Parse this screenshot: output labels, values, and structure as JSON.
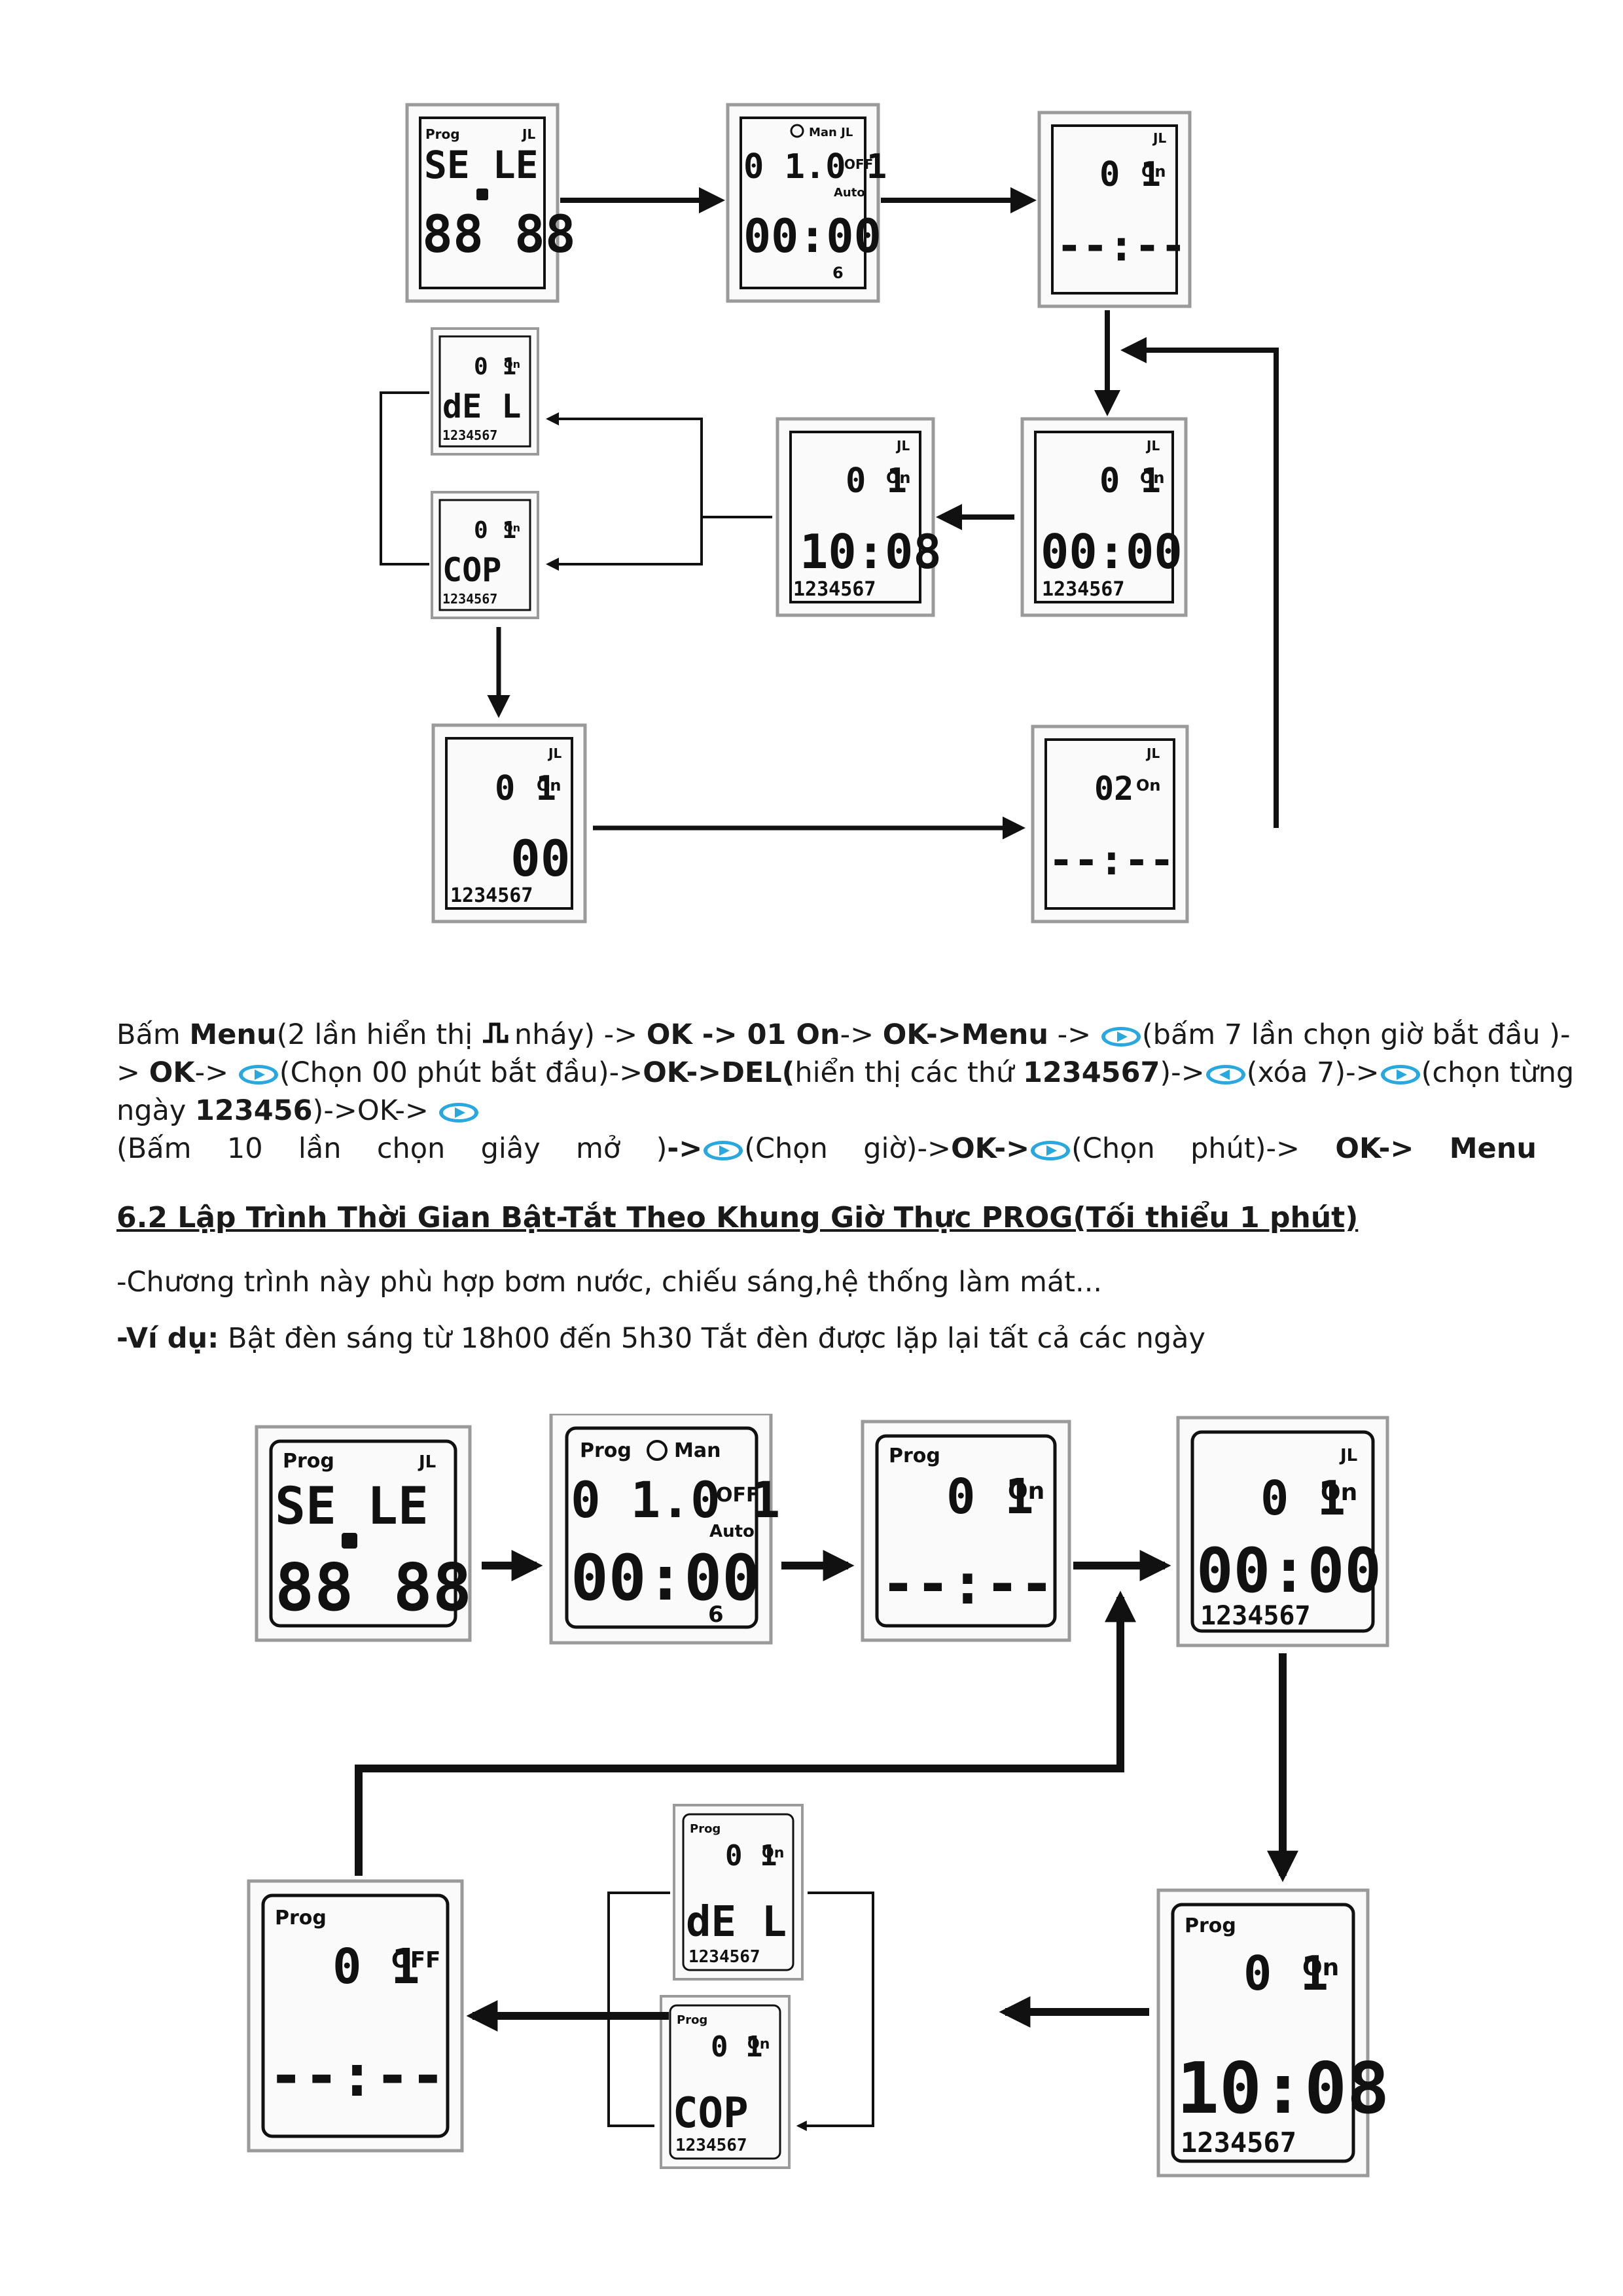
{
  "diagram1": {
    "screens": [
      {
        "id": "d1s1",
        "top_left": "Prog",
        "top_right": "JL",
        "line1": "SE LE",
        "line2": "88 88",
        "days": "",
        "mode": ""
      },
      {
        "id": "d1s2",
        "top_left": "",
        "top_right": "Man JL",
        "line1": "0 1.0 1",
        "line1_suffix": "OFF",
        "sub": "Auto",
        "line2": "00:00",
        "days": "6"
      },
      {
        "id": "d1s3",
        "top_right": "JL",
        "line1": "0 1",
        "line1_suffix": "On",
        "line2": "--:--",
        "days": ""
      },
      {
        "id": "d1s4",
        "top_right": "JL",
        "line1": "0 1",
        "line1_suffix": "On",
        "line2": "00:00",
        "days": "1234567"
      },
      {
        "id": "d1s5",
        "top_right": "JL",
        "line1": "0 1",
        "line1_suffix": "On",
        "line2": "10:08",
        "days": "1234567"
      },
      {
        "id": "d1s6",
        "line1": "0 1",
        "line1_suffix": "On",
        "line2": "dE L",
        "days": "1234567"
      },
      {
        "id": "d1s7",
        "line1": "0 1",
        "line1_suffix": "On",
        "line2": "COP",
        "days": "1234567"
      },
      {
        "id": "d1s8",
        "top_right": "JL",
        "line1": "0 1",
        "line1_suffix": "On",
        "line2": "00",
        "days": "1234567"
      },
      {
        "id": "d1s9",
        "top_right": "JL",
        "line1": "02",
        "line1_suffix": "On",
        "line2": "--:--",
        "days": ""
      }
    ]
  },
  "instructions": {
    "l1_a": "Bấm ",
    "l1_b": "Menu",
    "l1_c": "(2 lần hiển thị ",
    "l1_d": "nháy) -> ",
    "l1_e": "OK -> 01 On",
    "l1_f": "-> ",
    "l1_g": "OK->Menu",
    "l1_h": " -> ",
    "l1_i": "(bấm 7 lần chọn giờ bắt đầu )-",
    "l2_a": "> ",
    "l2_b": "OK",
    "l2_c": "-> ",
    "l2_d": "(Chọn 00 phút bắt đầu)->",
    "l2_e": "OK->DEL(",
    "l2_f": "hiển thị các thứ ",
    "l2_g": "1234567",
    "l2_h": ")->",
    "l2_i": "(xóa 7)->",
    "l2_j": "(chọn từng",
    "l3_a": "ngày ",
    "l3_b": "123456",
    "l3_c": ")->OK-> ",
    "l4_w1": "(Bấm",
    "l4_w2": "10",
    "l4_w3": "lần",
    "l4_w4": "chọn",
    "l4_w5": "giây",
    "l4_w6": "mở",
    "l4_w7a": ")",
    "l4_w7b": "->",
    "l4_w8": "(Chọn",
    "l4_w9a": "giờ)->",
    "l4_w9b": "OK->",
    "l4_w10": "(Chọn",
    "l4_w11": "phút)->",
    "l4_w12": "OK->",
    "l4_w13": "Menu"
  },
  "section": {
    "heading": "6.2 Lập Trình Thời  Gian Bật-Tắt Theo Khung Giờ Thực PROG(Tối thiểu 1 phút)",
    "desc": "-Chương trình này phù hợp bơm nước, chiếu sáng,hệ thống làm mát...",
    "example_label": "-Ví dụ:",
    "example_text": " Bật đèn sáng từ 18h00 đến 5h30 Tắt đèn được lặp lại tất cả các ngày"
  },
  "diagram2": {
    "screens": [
      {
        "id": "d2s1",
        "top_left": "Prog",
        "top_right": "JL",
        "line1": "SE LE",
        "line2": "88 88"
      },
      {
        "id": "d2s2",
        "top_left": "Prog",
        "top_right": "Man",
        "line1": "0 1.0 1",
        "line1_suffix": "OFF",
        "sub": "Auto",
        "line2": "00:00",
        "days": "6"
      },
      {
        "id": "d2s3",
        "top_left": "Prog",
        "line1": "0 1",
        "line1_suffix": "On",
        "line2": "--:--"
      },
      {
        "id": "d2s4",
        "top_right": "JL",
        "line1": "0 1",
        "line1_suffix": "On",
        "line2": "00:00",
        "days": "1234567"
      },
      {
        "id": "d2s5",
        "top_left": "Prog",
        "line1": "0 1",
        "line1_suffix": "On",
        "line2": "10:08",
        "days": "1234567"
      },
      {
        "id": "d2s6",
        "top_left": "Prog",
        "line1": "0 1",
        "line1_suffix": "On",
        "line2": "dE L",
        "days": "1234567"
      },
      {
        "id": "d2s7",
        "top_left": "Prog",
        "line1": "0 1",
        "line1_suffix": "On",
        "line2": "COP",
        "days": "1234567"
      },
      {
        "id": "d2s8",
        "top_left": "Prog",
        "line1": "0 1",
        "line1_suffix": "OFF",
        "line2": "--:--"
      }
    ]
  },
  "colors": {
    "accent_icon": "#29a8e0",
    "ink": "#111111",
    "lcd_bg": "#fbfbfb",
    "frame": "#9a9a9a"
  }
}
